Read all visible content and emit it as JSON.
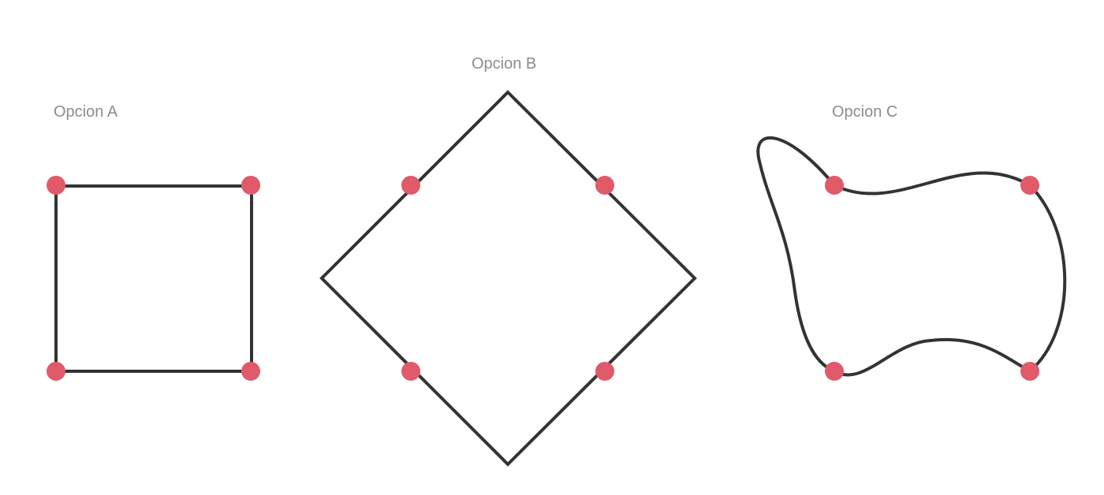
{
  "options": [
    {
      "label": "Opcion A",
      "shape": "square"
    },
    {
      "label": "Opcion B",
      "shape": "diamond"
    },
    {
      "label": "Opcion C",
      "shape": "freeform"
    }
  ],
  "colors": {
    "stroke": "#333333",
    "point": "#e05a6a",
    "label": "#8c8c8c",
    "background": "#ffffff"
  }
}
